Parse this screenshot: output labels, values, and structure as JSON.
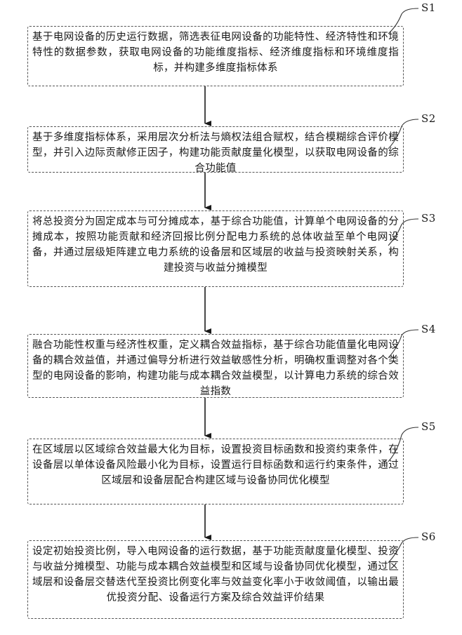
{
  "steps": [
    {
      "label": "S1",
      "text": "基于电网设备的历史运行数据，筛选表征电网设备的功能特性、经济特性和环境特性的数据参数，获取电网设备的功能维度指标、经济维度指标和环境维度指标，并构建多维度指标体系"
    },
    {
      "label": "S2",
      "text": "基于多维度指标体系，采用层次分析法与熵权法组合赋权，结合模糊综合评价模型，并引入边际贡献修正因子，构建功能贡献度量化模型，以获取电网设备的综合功能值"
    },
    {
      "label": "S3",
      "text": "将总投资分为固定成本与可分摊成本，基于综合功能值，计算单个电网设备的分摊成本，按照功能贡献和经济回报比例分配电力系统的总体收益至单个电网设备，并通过层级矩阵建立电力系统的设备层和区域层的收益与投资映射关系，构建投资与收益分摊模型"
    },
    {
      "label": "S4",
      "text": "融合功能性权重与经济性权重，定义耦合效益指标，基于综合功能值量化电网设备的耦合效益值，并通过偏导分析进行效益敏感性分析，明确权重调整对各个类型的电网设备的影响，构建功能与成本耦合效益模型，以计算电力系统的综合效益指数"
    },
    {
      "label": "S5",
      "text": "在区域层以区域综合效益最大化为目标，设置投资目标函数和投资约束条件，在设备层以单体设备风险最小化为目标，设置运行目标函数和运行约束条件，通过区域层和设备层配合构建区域与设备协同优化模型"
    },
    {
      "label": "S6",
      "text": "设定初始投资比例，导入电网设备的运行数据，基于功能贡献度量化模型、投资与收益分摊模型、功能与成本耦合效益模型和区域与设备协同优化模型，通过区域层和设备层交替迭代至投资比例变化率与效益变化率小于收敛阈值，以输出最优投资分配、设备运行方案及综合效益评价结果"
    }
  ]
}
